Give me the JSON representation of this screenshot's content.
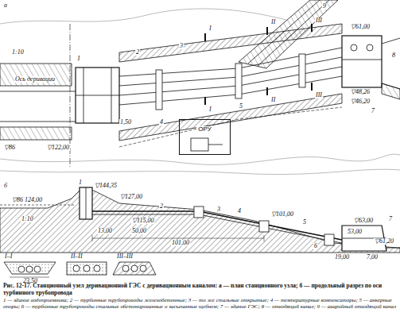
{
  "diagram": {
    "caption": "Рис. 12-17. Станционный узел деривационной ГЭС с деривационным каналом: а — план станционного узла; б — продольный разрез по оси турбинного трубопровода",
    "nodes": [
      {
        "text": [
          "ОРУ"
        ]
      }
    ],
    "labels": [
      "а",
      "1:10",
      "Ось деривации",
      "1",
      "2",
      "3",
      "4",
      "5",
      "▽86",
      "▽122,00",
      "1,50",
      "I",
      "I",
      "II",
      "II",
      "III",
      "III",
      "9",
      "▽61,00",
      "▽48,26",
      "▽46,20",
      "8",
      "7",
      "б",
      "1",
      "▽144,35",
      "▽86 124,00",
      "1:10",
      "▽127,00",
      "▽115,00",
      "2",
      "3",
      "4",
      "50,00",
      "13,00",
      "101,00",
      "▽101,00",
      "5",
      "6",
      "7",
      "▽63,00",
      "53,00",
      "▽61,20",
      "19,00",
      "7,00",
      "I–I",
      "23,50",
      "II–II",
      "III–III",
      "1 — здание водоприемника; 2 — турбинные трубопроводы железобетонные; 3 — то же стальные открытые; 4 — температурные компенсаторы; 5 — анкерные опоры; 6 — турбинные трубопроводы стальные обетонированные и засыпанные щебнем; 7 — здание ГЭС; 8 — отводящий канал; 9 — аварийный отводящий канал"
    ]
  }
}
